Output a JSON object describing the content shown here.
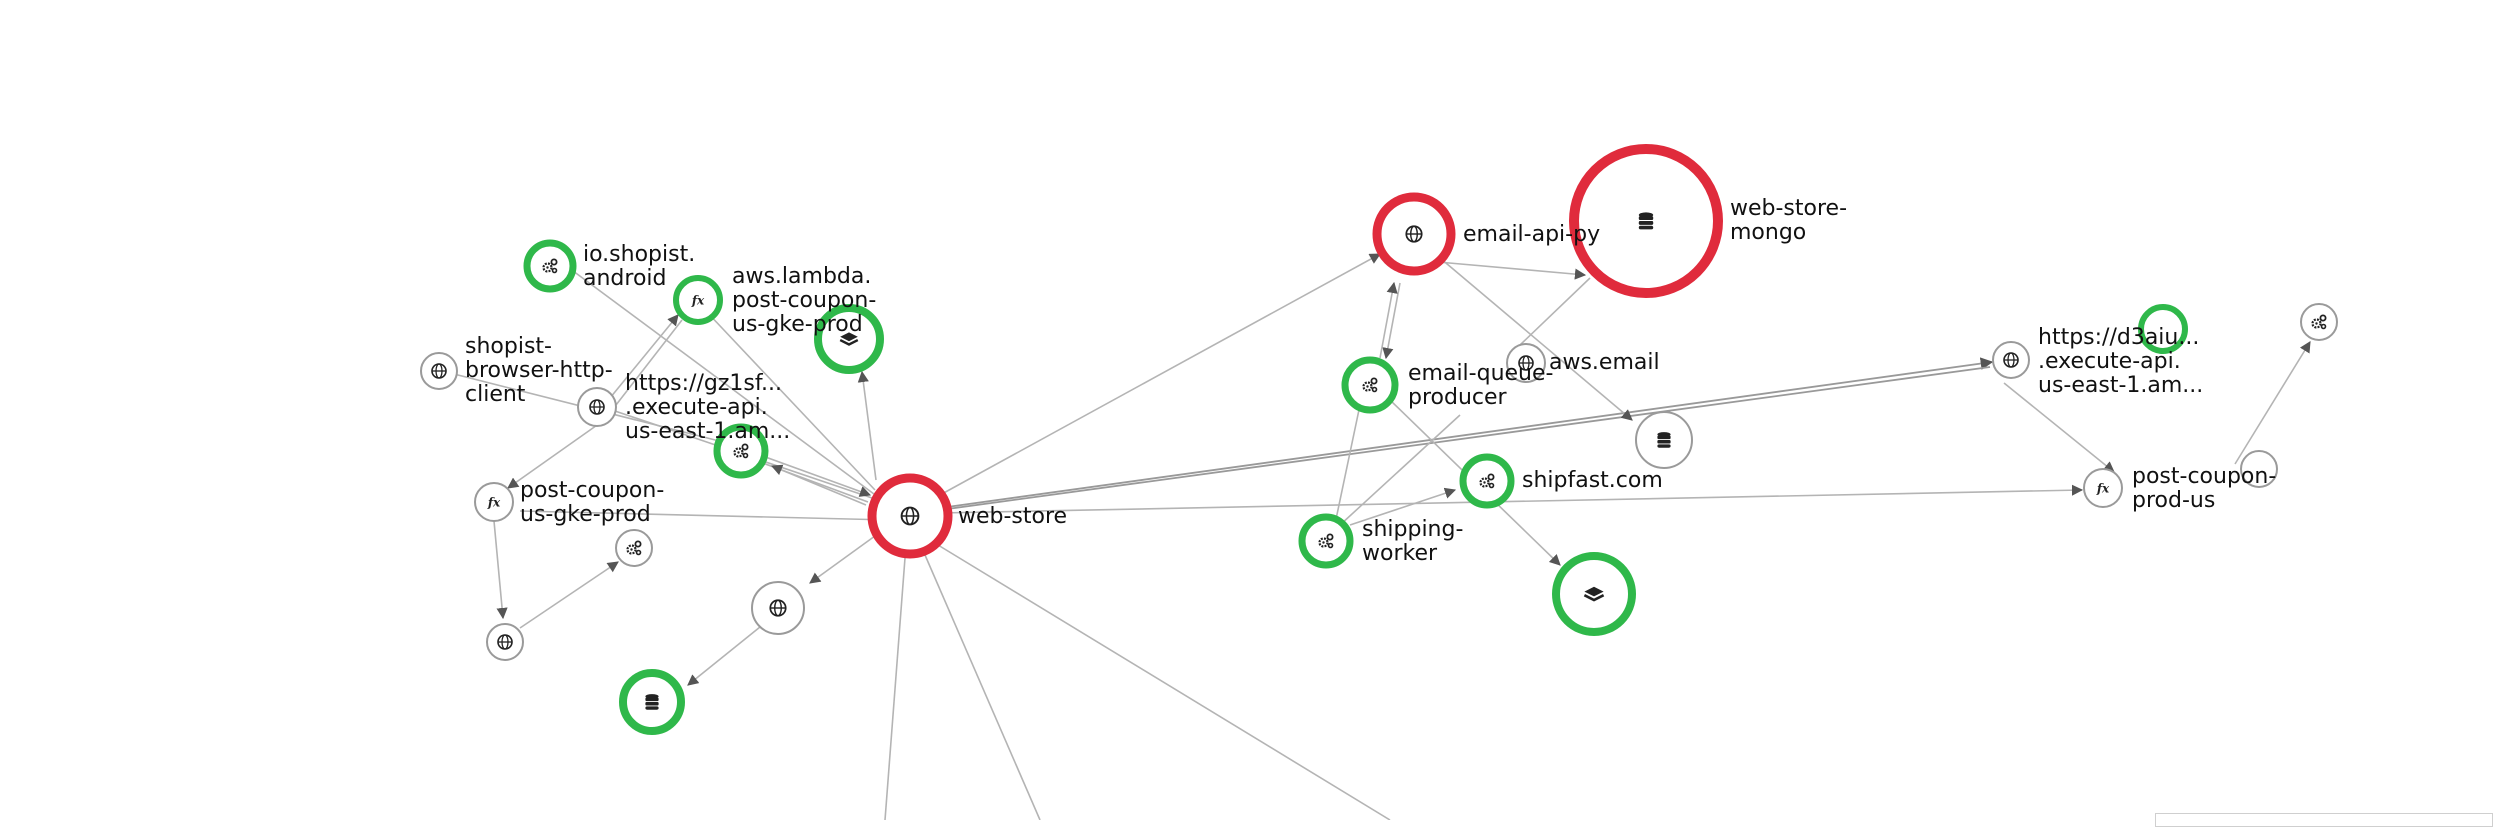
{
  "colors": {
    "error": "#e02b3c",
    "ok": "#2fb84a",
    "neutral_ring": "#9a9a9a",
    "edge": "#b4b4b4",
    "text": "#111111"
  },
  "nodes": {
    "web_store": {
      "label": "web-store",
      "icon": "globe-icon",
      "status": "error"
    },
    "web_store_mongo": {
      "label_lines": [
        "web-store-",
        "mongo"
      ],
      "icon": "database-icon",
      "status": "error"
    },
    "email_api_py": {
      "label": "email-api-py",
      "icon": "globe-icon",
      "status": "error"
    },
    "email_queue_producer": {
      "label_lines": [
        "email-queue-",
        "producer"
      ],
      "icon": "service-icon",
      "status": "ok"
    },
    "aws_email": {
      "label": "aws.email",
      "icon": "globe-icon",
      "status": "neutral"
    },
    "shipfast": {
      "label": "shipfast.com",
      "icon": "service-icon",
      "status": "ok"
    },
    "shipping_worker": {
      "label_lines": [
        "shipping-",
        "worker"
      ],
      "icon": "service-icon",
      "status": "ok"
    },
    "queue_ok": {
      "icon": "queue-icon",
      "status": "ok"
    },
    "db_small": {
      "icon": "database-icon",
      "status": "neutral"
    },
    "io_shopist_android": {
      "label_lines": [
        "io.shopist.",
        "android"
      ],
      "icon": "service-icon",
      "status": "ok"
    },
    "aws_lambda": {
      "label_lines": [
        "aws.lambda.",
        "post-coupon-",
        "us-gke-prod"
      ],
      "icon": "function-icon",
      "status": "neutral"
    },
    "queue_left": {
      "icon": "queue-icon",
      "status": "ok"
    },
    "shopist_browser": {
      "label_lines": [
        "shopist-",
        "browser-http-",
        "client"
      ],
      "icon": "globe-icon",
      "status": "neutral"
    },
    "gz1sf": {
      "label_lines": [
        "https://gz1sf...",
        ".execute-api.",
        "us-east-1.am..."
      ],
      "icon": "globe-icon",
      "status": "neutral"
    },
    "svc_left_ok": {
      "icon": "service-icon",
      "status": "ok"
    },
    "post_coupon_gke": {
      "label_lines": [
        "post-coupon-",
        "us-gke-prod"
      ],
      "icon": "function-icon",
      "status": "neutral"
    },
    "svc_left_small": {
      "icon": "service-icon",
      "status": "neutral"
    },
    "globe_left_bottom": {
      "icon": "globe-icon",
      "status": "neutral"
    },
    "globe_mid": {
      "icon": "globe-icon",
      "status": "neutral"
    },
    "db_left_ok": {
      "icon": "database-icon",
      "status": "ok"
    },
    "d3aiu": {
      "label_lines": [
        "https://d3aiu...",
        ".execute-api.",
        "us-east-1.am..."
      ],
      "icon": "globe-icon",
      "status": "neutral"
    },
    "post_coupon_prod_us": {
      "label_lines": [
        "post-coupon-",
        "prod-us"
      ],
      "icon": "function-icon",
      "status": "neutral"
    },
    "svc_right_top": {
      "icon": "service-icon",
      "status": "neutral"
    },
    "right_partial": {
      "icon": "globe-icon",
      "status": "neutral"
    }
  }
}
